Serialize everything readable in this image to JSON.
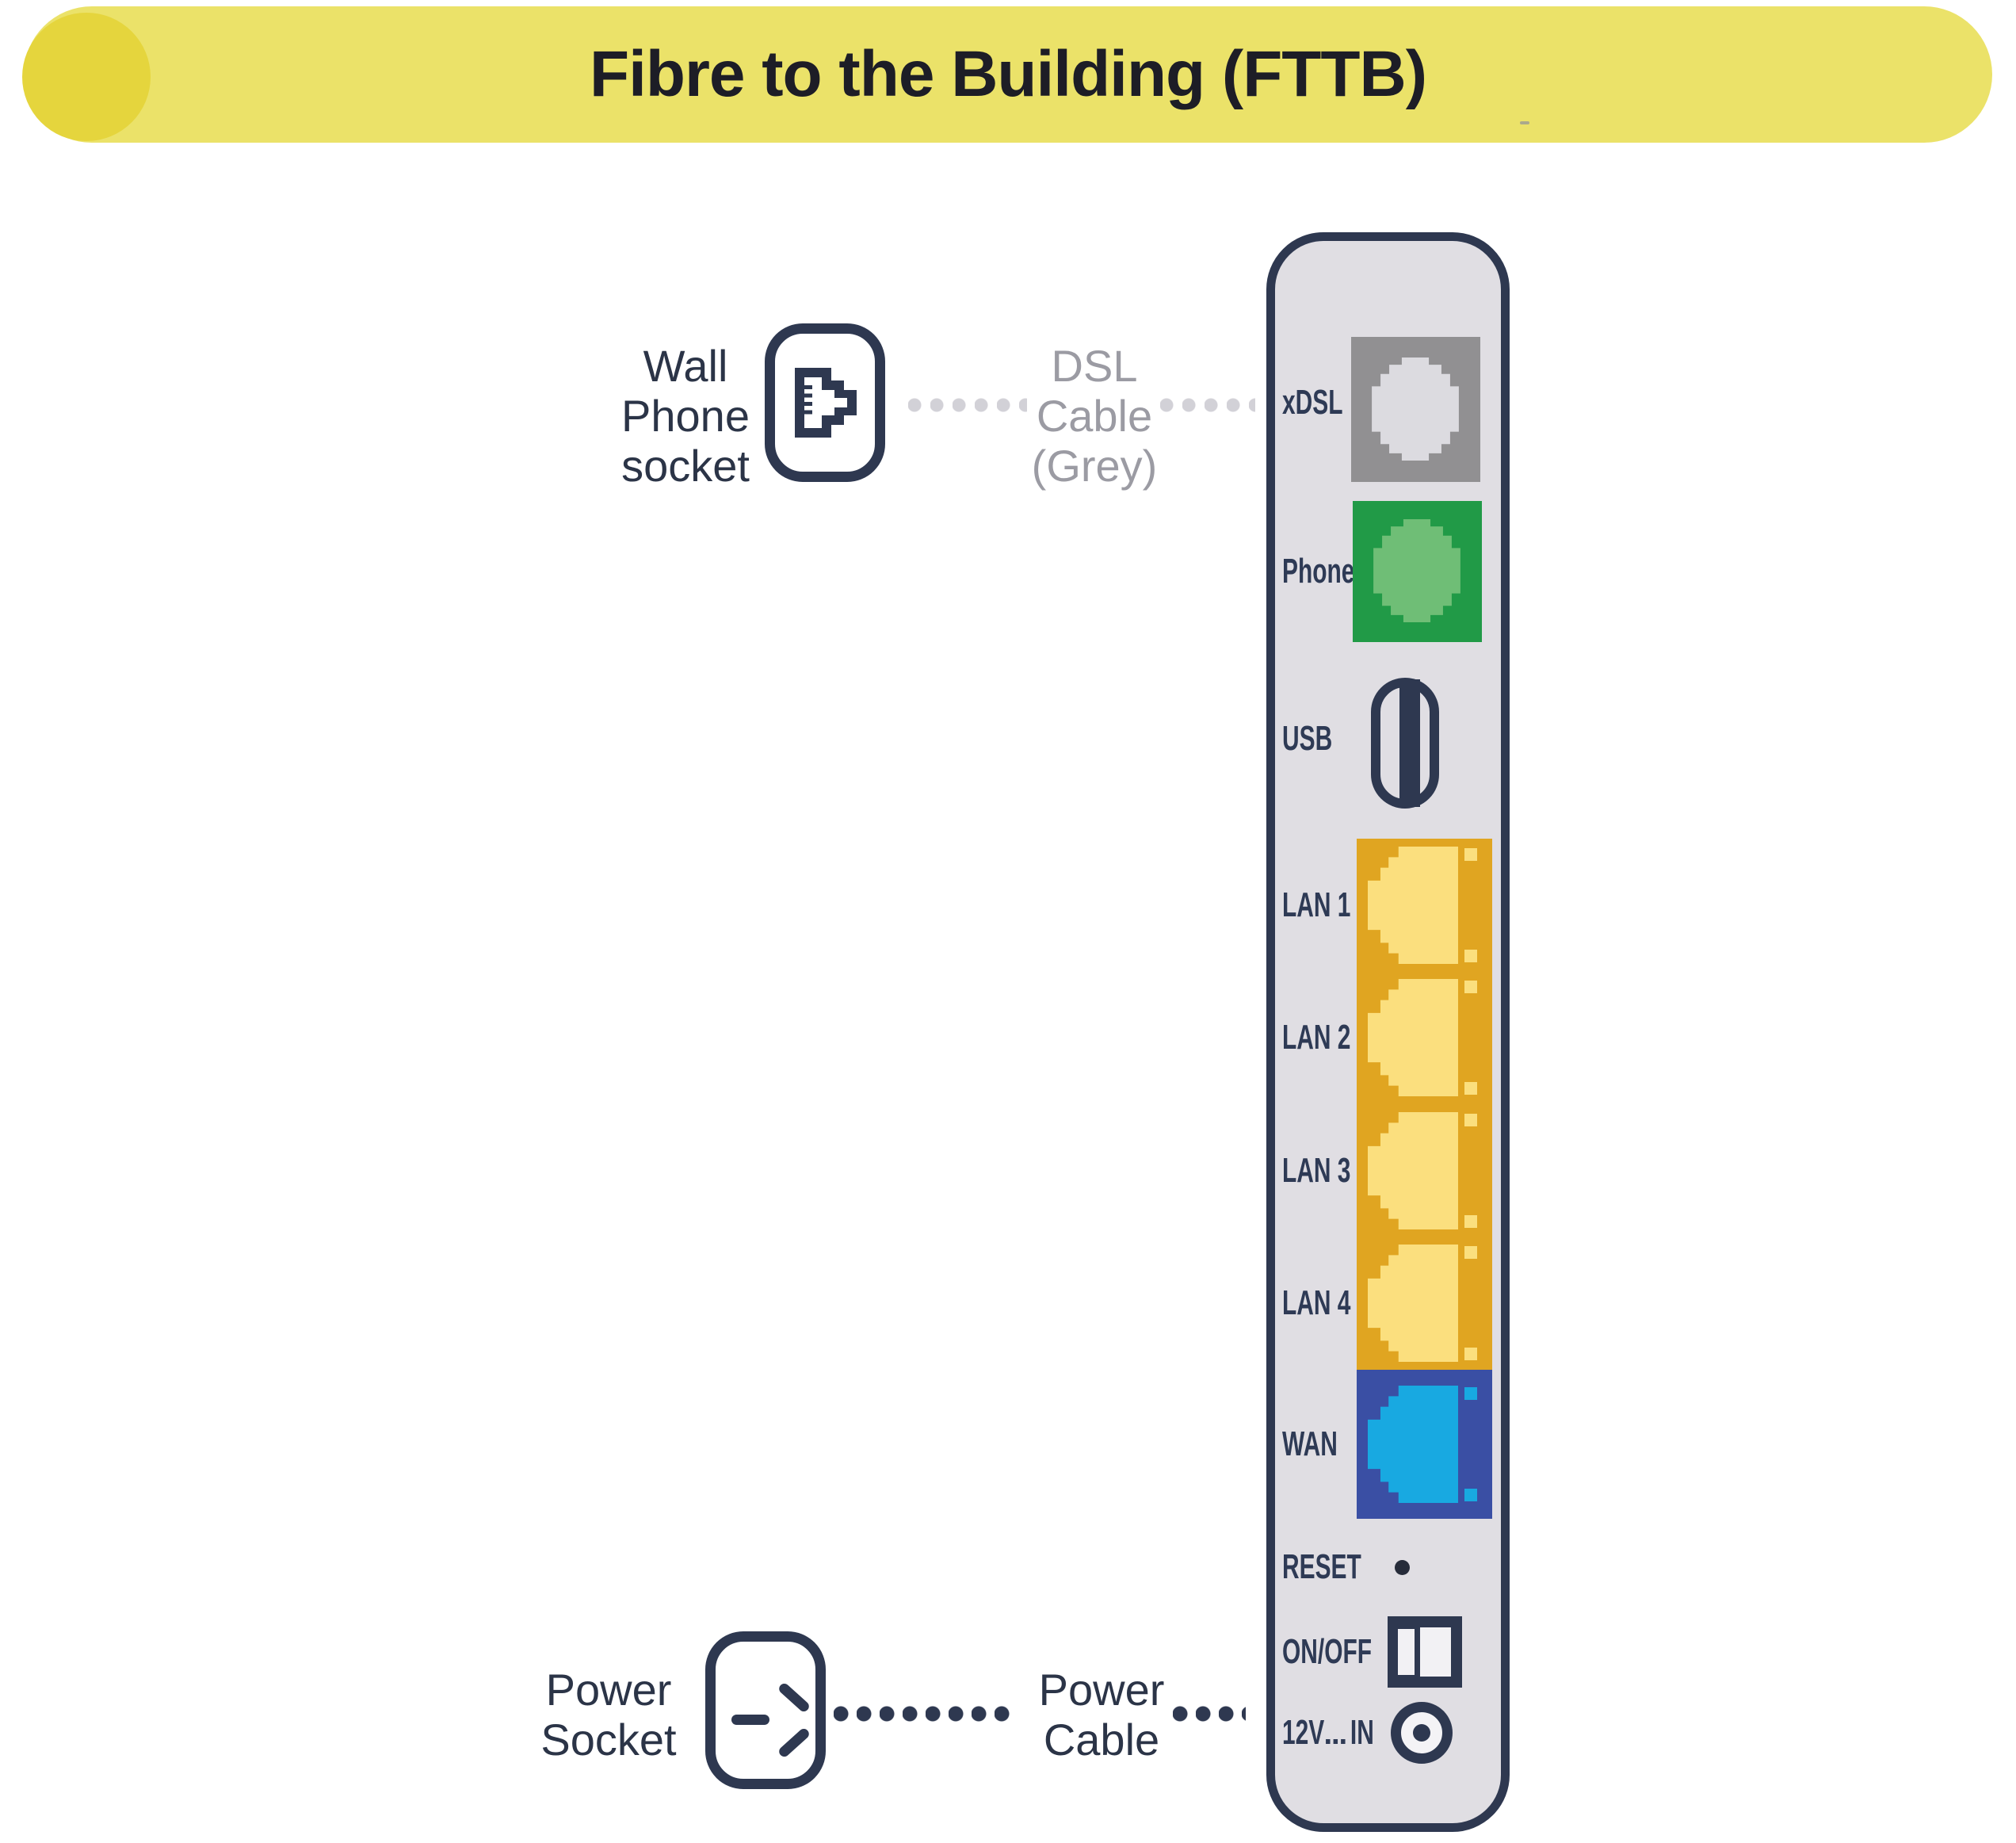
{
  "banner": {
    "title": "Fibre to the Building (FTTB)"
  },
  "wall_socket": {
    "lines": [
      "Wall",
      "Phone",
      "socket"
    ]
  },
  "dsl": {
    "lines": [
      "DSL",
      "Cable",
      "(Grey)"
    ]
  },
  "router": {
    "port_labels": {
      "xdsl": "xDSL",
      "phone": "Phone",
      "usb": "USB",
      "lan1": "LAN 1",
      "lan2": "LAN 2",
      "lan3": "LAN 3",
      "lan4": "LAN 4",
      "wan": "WAN",
      "reset": "RESET",
      "onoff": "ON/OFF",
      "dc_prefix": "12V",
      "dc_suffix": "IN"
    }
  },
  "power": {
    "socket_lines": [
      "Power",
      "Socket"
    ],
    "cable_lines": [
      "Power",
      "Cable"
    ]
  },
  "colors": {
    "banner_bg": "#ebe269",
    "banner_circle": "#e5d53d",
    "title_text": "#1d1d26",
    "panel_bg": "#e0dee3",
    "panel_border": "#2e3850",
    "xdsl_port": "#919092",
    "xdsl_jack": "#dcdbe0",
    "phone_port": "#219a47",
    "phone_jack": "#6fbe76",
    "lan_block": "#e0a521",
    "lan_jack": "#fbdf7e",
    "wan_block": "#3a4fa4",
    "wan_jack": "#18a9e1",
    "port_label_text": "#2e3a55",
    "outside_label_text": "#2b3447",
    "grey_label_text": "#9b9ba3",
    "grey_dots": "#d2d1d7",
    "navy_dots": "#2e3850"
  }
}
